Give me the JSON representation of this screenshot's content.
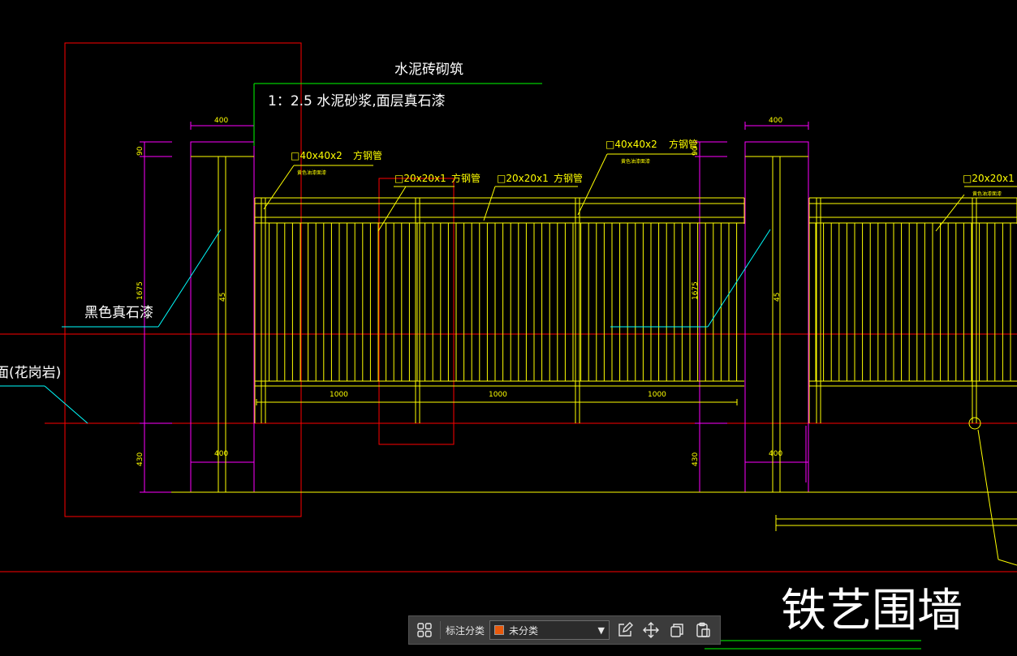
{
  "drawing": {
    "label_masonry": "水泥砖砌筑",
    "label_mortar": "1：2.5  水泥砂浆,面层真石漆",
    "label_black_paint": "黑色真石漆",
    "label_granite": "面(花岗岩)",
    "label_pipe_40_left": "□40x40x2",
    "label_pipe_40_left_suffix": "方钢管",
    "label_pipe_40_mid": "□40x40x2",
    "label_pipe_40_mid_suffix": "方钢管",
    "label_pipe_20_a": "□20x20x1",
    "label_pipe_20_a_suffix": "方钢管",
    "label_pipe_20_b": "□20x20x1",
    "label_pipe_20_b_suffix": "方钢管",
    "label_pipe_20_right": "□20x20x1",
    "label_small_note_1": "黄色油漆面漆",
    "label_small_note_2": "黄色油漆面漆",
    "label_small_note_3": "黄色油漆面漆",
    "dim_pillar_top_left": "400",
    "dim_pillar_top_right": "400",
    "dim_pillar_bottom_left": "400",
    "dim_pillar_bottom_right": "400",
    "dim_90_left": "90",
    "dim_90_right": "90",
    "dim_1675_left": "1675",
    "dim_1675_right": "1675",
    "dim_430_left": "430",
    "dim_430_right": "430",
    "dim_1000_a": "1000",
    "dim_1000_b": "1000",
    "dim_1000_c": "1000",
    "dim_center_left": "45",
    "dim_center_right": "45",
    "title": "铁艺围墙"
  },
  "toolbar": {
    "category_label": "标注分类",
    "category_value": "未分类",
    "category_color": "#e8590c"
  },
  "colors": {
    "background": "#000000",
    "yellow": "#ffff00",
    "magenta": "#ff00ff",
    "red": "#ff0000",
    "cyan": "#00ffff",
    "green": "#00ff00",
    "white": "#ffffff"
  }
}
